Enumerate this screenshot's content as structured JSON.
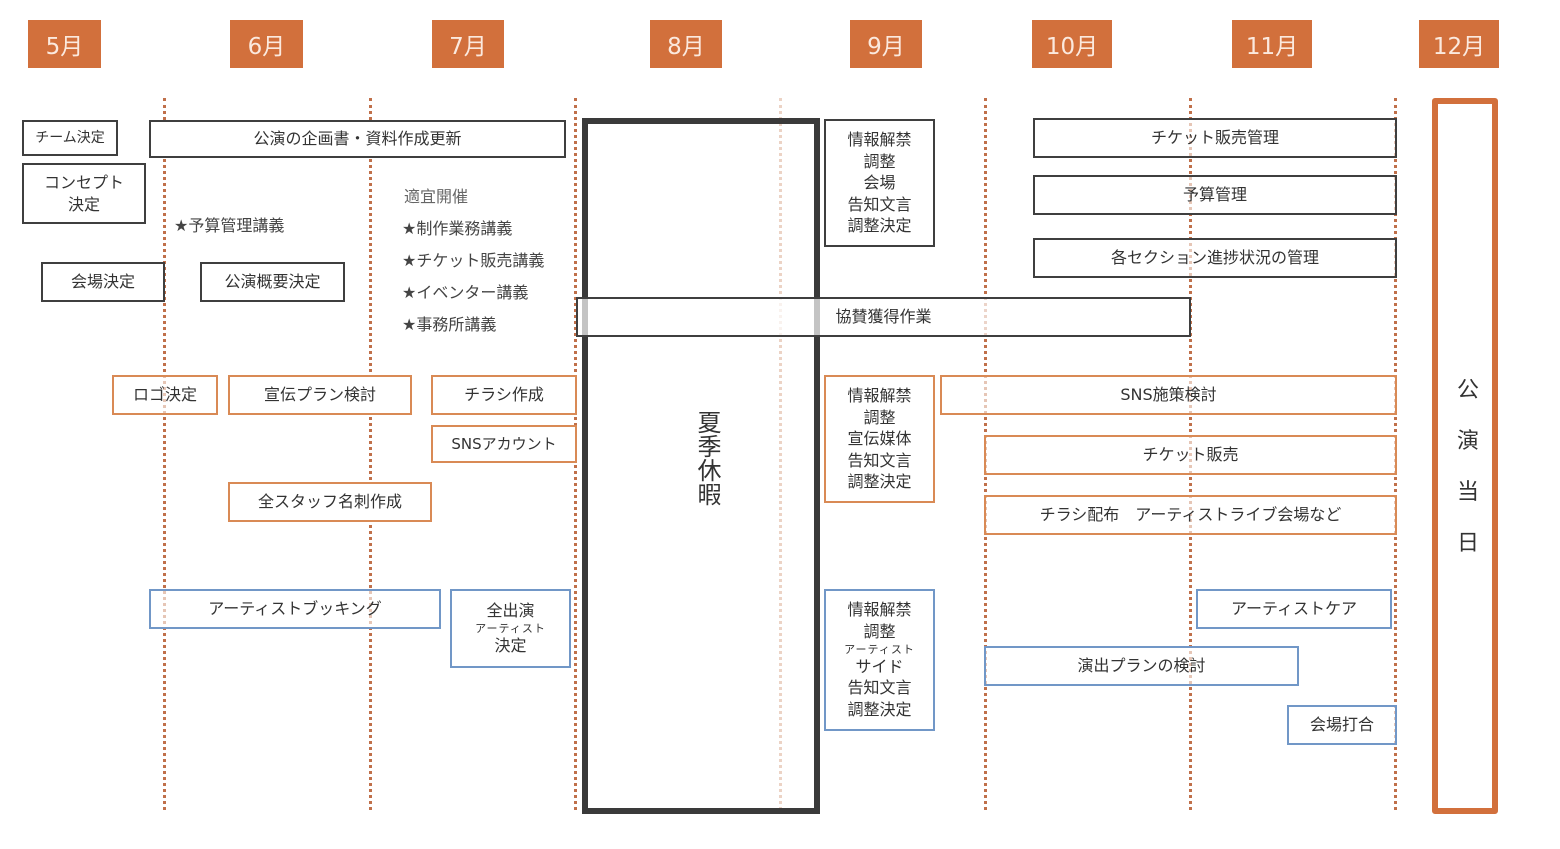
{
  "months": [
    "5月",
    "6月",
    "7月",
    "8月",
    "9月",
    "10月",
    "11月",
    "12月"
  ],
  "colors": {
    "month_header": "#d2703c",
    "black_task": "#3f3f3f",
    "orange_task": "#d98a55",
    "blue_task": "#7197c7",
    "dotted_line": "#c0704a"
  },
  "planning": {
    "team": "チーム決定",
    "proposal": "公演の企画書・資料作成更新",
    "concept": [
      "コンセプト",
      "決定"
    ],
    "venue": "会場決定",
    "overview": "公演概要決定",
    "budget_lecture": "★予算管理講義",
    "lectures_header": "適宜開催",
    "lectures": [
      "★制作業務講義",
      "★チケット販売講義",
      "★イベンター講義",
      "★事務所講義"
    ],
    "sep_info": [
      "情報解禁",
      "調整",
      "会場",
      "告知文言",
      "調整決定"
    ],
    "ticket_mgmt": "チケット販売管理",
    "budget_mgmt": "予算管理",
    "progress_mgmt": "各セクション進捗状況の管理",
    "sponsor": "協賛獲得作業"
  },
  "promotion": {
    "logo": "ロゴ決定",
    "plan": "宣伝プラン検討",
    "flyer": "チラシ作成",
    "sns_account": "SNSアカウント",
    "business_cards": "全スタッフ名刺作成",
    "sep_info": [
      "情報解禁",
      "調整",
      "宣伝媒体",
      "告知文言",
      "調整決定"
    ],
    "sns_plan": "SNS施策検討",
    "ticket_sales": "チケット販売",
    "flyer_dist": "チラシ配布　アーティストライブ会場など"
  },
  "artist": {
    "booking": "アーティストブッキング",
    "all_cast": [
      "全出演",
      "アーティスト",
      "決定"
    ],
    "sep_info": [
      "情報解禁",
      "調整",
      "アーティスト",
      "サイド",
      "告知文言",
      "調整決定"
    ],
    "care": "アーティストケア",
    "staging": "演出プランの検討",
    "venue_meeting": "会場打合"
  },
  "summer_break": "夏季休暇",
  "show_day": [
    "公",
    "演",
    "当",
    "日"
  ]
}
